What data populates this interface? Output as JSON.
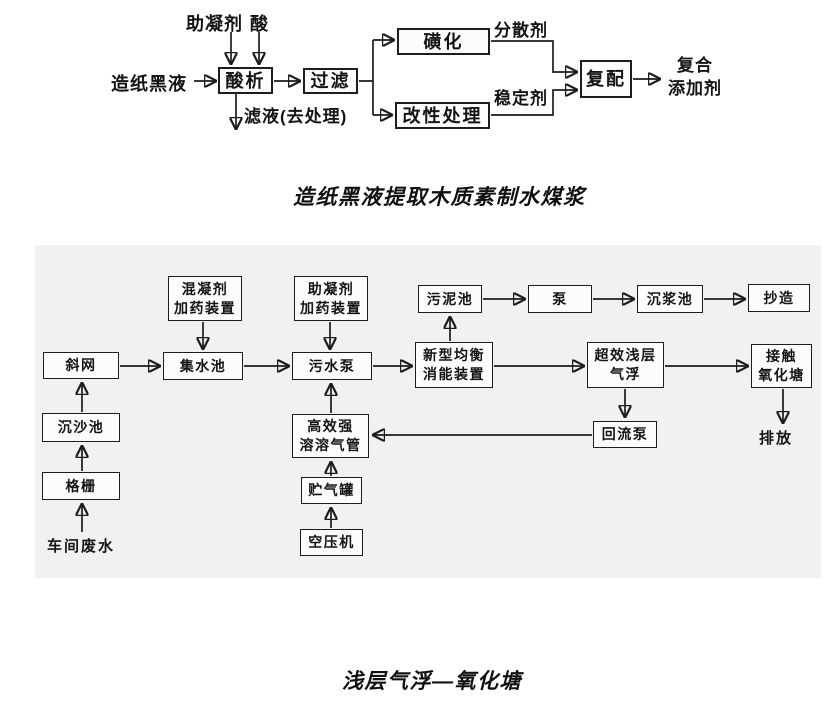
{
  "colors": {
    "panel_bg": "#f1f1ef",
    "ink": "#1c1c1c",
    "page_bg": "#ffffff"
  },
  "diagram1": {
    "caption": "造纸黑液提取木质素制水煤浆",
    "inputs": {
      "coagulant_aid": "助凝剂",
      "acid": "酸",
      "black_liquor": "造纸黑液"
    },
    "nodes": {
      "acid_precipitation": "酸析",
      "filtration": "过滤",
      "sulfonation": "磺化",
      "modification": "改性处理",
      "compounding": "复配"
    },
    "stream_labels": {
      "filtrate": "滤液(去处理)",
      "dispersant": "分散剂",
      "stabilizer": "稳定剂"
    },
    "output": {
      "line1": "复合",
      "line2": "添加剂"
    }
  },
  "diagram2": {
    "caption": "浅层气浮—氧化塘",
    "nodes": {
      "coagulant_doser": {
        "line1": "混凝剂",
        "line2": "加药装置"
      },
      "aid_doser": {
        "line1": "助凝剂",
        "line2": "加药装置"
      },
      "sludge_pool": "污泥池",
      "pump": "泵",
      "pulp_settling_pool": "沉浆池",
      "papermaking": "抄造",
      "inclined_screen": "斜网",
      "collecting_pool": "集水池",
      "sewage_pump": "污水泵",
      "energy_dissipator": {
        "line1": "新型均衡",
        "line2": "消能装置"
      },
      "shallow_air_flotation": {
        "line1": "超效浅层",
        "line2": "气浮"
      },
      "contact_oxidation_pond": {
        "line1": "接触",
        "line2": "氧化塘"
      },
      "sand_settling_pool": "沉沙池",
      "bar_screen": "格栅",
      "dissolved_air_unit": {
        "line1": "高效强",
        "line2": "溶溶气管"
      },
      "gas_storage_tank": "贮气罐",
      "air_compressor": "空压机",
      "return_pump": "回流泵"
    },
    "labels": {
      "workshop_wastewater": "车间废水",
      "discharge": "排放"
    }
  }
}
